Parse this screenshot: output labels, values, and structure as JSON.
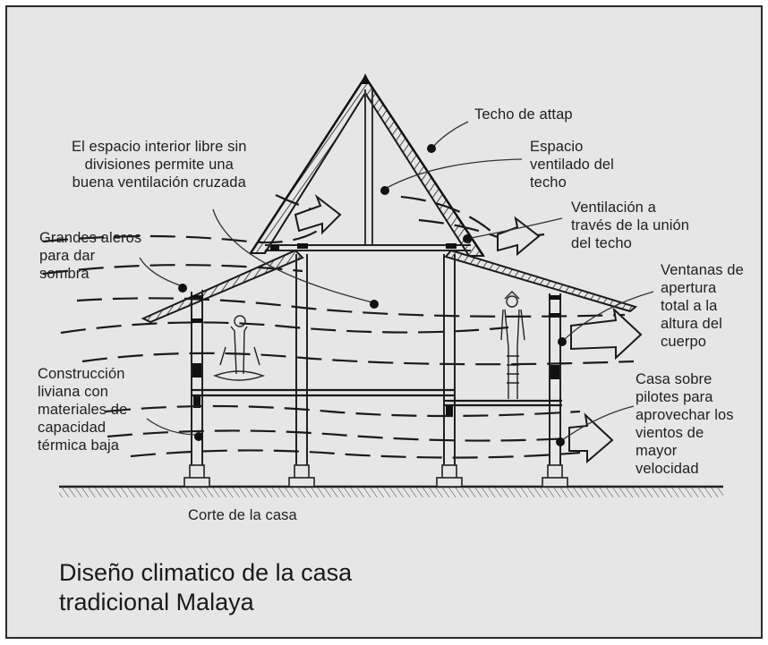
{
  "labels": {
    "techo_attap": "Techo de attap",
    "espacio_interior": "El espacio interior libre sin\ndivisiones permite una\nbuena ventilación cruzada",
    "espacio_ventilado": "Espacio\nventilado del\ntecho",
    "ventilacion_union": "Ventilación a\ntravés de la unión\ndel techo",
    "grandes_aleros": "Grandes aleros\npara dar\nsombra",
    "ventanas": "Ventanas de\napertura\ntotal a la\naltura del\ncuerpo",
    "construccion": "Construcción\nliviana con\nmateriales de\ncapacidad\ntérmica baja",
    "casa_pilotes": "Casa sobre\npilotes para\naprovechar los\nvientos de\nmayor\nvelocidad",
    "corte": "Corte de la casa"
  },
  "title": "Diseño climatico de la casa\ntradicional Malaya"
}
